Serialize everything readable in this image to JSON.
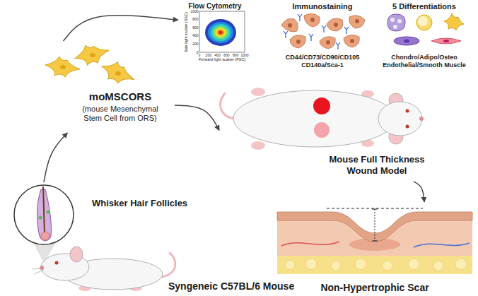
{
  "diagram": {
    "nodes": [
      {
        "text": [
          "Whisker Hair Follicles"
        ]
      },
      {
        "text": [
          "moMSCORS",
          "(mouse Mesenchymal Stem Cell from ORS)"
        ]
      },
      {
        "text": [
          "Flow Cytometry"
        ]
      },
      {
        "text": [
          "Immunostaining",
          "CD44/CD73/CD90/CD105 CD140a/Sca-1"
        ]
      },
      {
        "text": [
          "5 Differentiations",
          "Chondro/Adipo/Osteo Endothelial/Smooth Muscle"
        ]
      },
      {
        "text": [
          "Mouse Full Thickness Wound Model"
        ]
      },
      {
        "text": [
          "Non-Hypertrophic Scar"
        ]
      },
      {
        "text": [
          "Syngeneic C57BL/6 Mouse"
        ]
      }
    ],
    "edges": [
      {
        "from": 0,
        "to": 1,
        "arrow": "to"
      },
      {
        "from": 1,
        "to": 2,
        "arrow": "to"
      },
      {
        "from": 1,
        "to": 5,
        "arrow": "to"
      },
      {
        "from": 5,
        "to": 6,
        "arrow": "to"
      }
    ],
    "labels": [
      "Side light scatter (SSC)",
      "Forward light scatter (FSC)",
      "0",
      "200",
      "400",
      "600",
      "800",
      "1000",
      "0",
      "200",
      "400",
      "600",
      "800",
      "1000"
    ]
  }
}
